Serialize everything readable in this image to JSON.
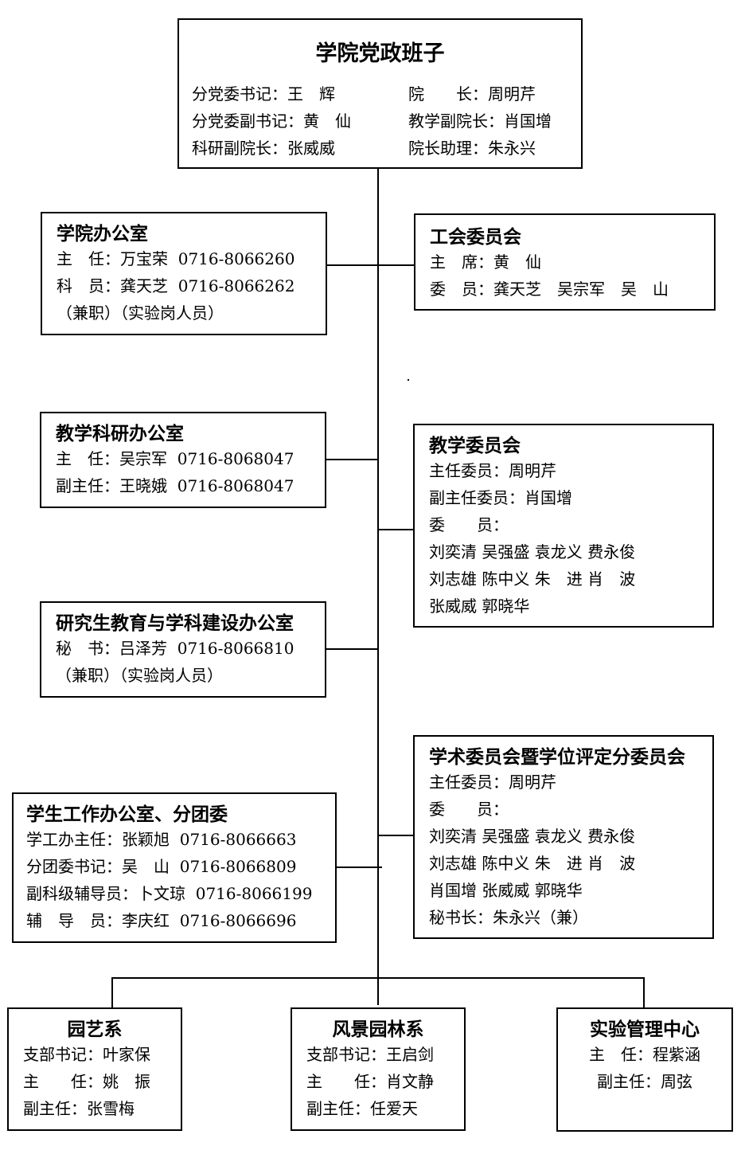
{
  "leadership": {
    "title": "学院党政班子",
    "rows": [
      [
        "分党委书记：王　辉",
        "院　　长：周明芹"
      ],
      [
        "分党委副书记：黄　仙",
        "教学副院长：肖国增"
      ],
      [
        "科研副院长：张威威",
        "院长助理：朱永兴"
      ]
    ]
  },
  "office": {
    "title": "学院办公室",
    "rows": [
      "主　任：万宝荣  0716-8066260",
      "科　员：龚天芝  0716-8066262",
      "（兼职）（实验岗人员）"
    ]
  },
  "union": {
    "title": "工会委员会",
    "rows": [
      "主　席：黄　仙",
      "委　员：龚天芝　吴宗军　吴　山"
    ]
  },
  "teaching_office": {
    "title": "教学科研办公室",
    "rows": [
      "主　任：吴宗军  0716-8068047",
      "副主任：王晓娥  0716-8068047"
    ]
  },
  "teaching_committee": {
    "title": "教学委员会",
    "rows": [
      "主任委员：周明芹",
      "副主任委员：肖国增",
      "委　　员：",
      "刘奕清 吴强盛 袁龙义 费永俊",
      "刘志雄 陈中义 朱　进 肖　波",
      "张威威 郭晓华"
    ]
  },
  "grad_office": {
    "title": "研究生教育与学科建设办公室",
    "rows": [
      "秘　书：吕泽芳  0716-8066810",
      "（兼职）（实验岗人员）"
    ]
  },
  "academic_committee": {
    "title": "学术委员会暨学位评定分委员会",
    "rows": [
      "主任委员：周明芹",
      "委　　员：",
      "刘奕清 吴强盛 袁龙义 费永俊",
      "刘志雄 陈中义 朱　进 肖　波",
      "肖国增 张威威 郭晓华",
      "秘书长：朱永兴（兼）"
    ]
  },
  "student_office": {
    "title": "学生工作办公室、分团委",
    "rows": [
      "学工办主任：张颖旭  0716-8066663",
      "分团委书记：吴　山  0716-8066809",
      "副科级辅导员：卜文琼  0716-8066199",
      "辅　导　员：李庆红  0716-8066696"
    ]
  },
  "dept_horticulture": {
    "title": "园艺系",
    "rows": [
      "支部书记：叶家保",
      "主　　任：姚　振",
      "副主任：张雪梅"
    ]
  },
  "dept_landscape": {
    "title": "风景园林系",
    "rows": [
      "支部书记：王启剑",
      "主　　任：肖文静",
      "副主任：任爱天"
    ]
  },
  "lab_center": {
    "title": "实验管理中心",
    "rows": [
      "主　任：程紫涵",
      "副主任：周弦"
    ]
  }
}
